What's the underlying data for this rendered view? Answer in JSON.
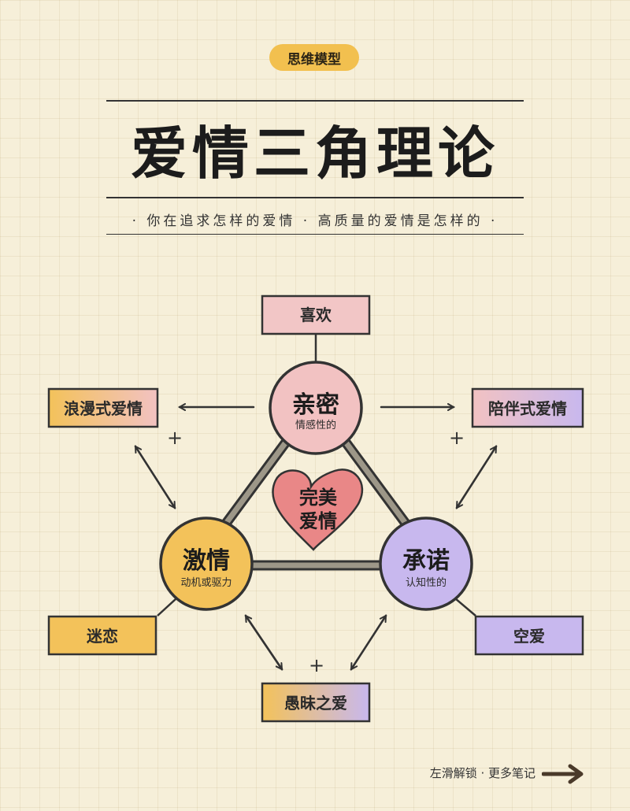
{
  "header": {
    "badge": "思维模型",
    "title": "爱情三角理论",
    "subtitle": "· 你在追求怎样的爱情 · 高质量的爱情是怎样的 ·"
  },
  "nodes": {
    "intimacy": {
      "title": "亲密",
      "subtitle": "情感性的",
      "color": "#f2c2c2"
    },
    "passion": {
      "title": "激情",
      "subtitle": "动机或驱力",
      "color": "#f3c25a"
    },
    "commitment": {
      "title": "承诺",
      "subtitle": "认知性的",
      "color": "#c8b8ee"
    }
  },
  "center": {
    "line1": "完美",
    "line2": "爱情",
    "color": "#e98787"
  },
  "boxes": {
    "liking": "喜欢",
    "romantic": "浪漫式爱情",
    "companionate": "陪伴式爱情",
    "infatuation": "迷恋",
    "empty": "空爱",
    "fatuous": "愚昧之爱"
  },
  "plus_sign": "+",
  "footer": {
    "text": "左滑解锁 · 更多笔记"
  }
}
